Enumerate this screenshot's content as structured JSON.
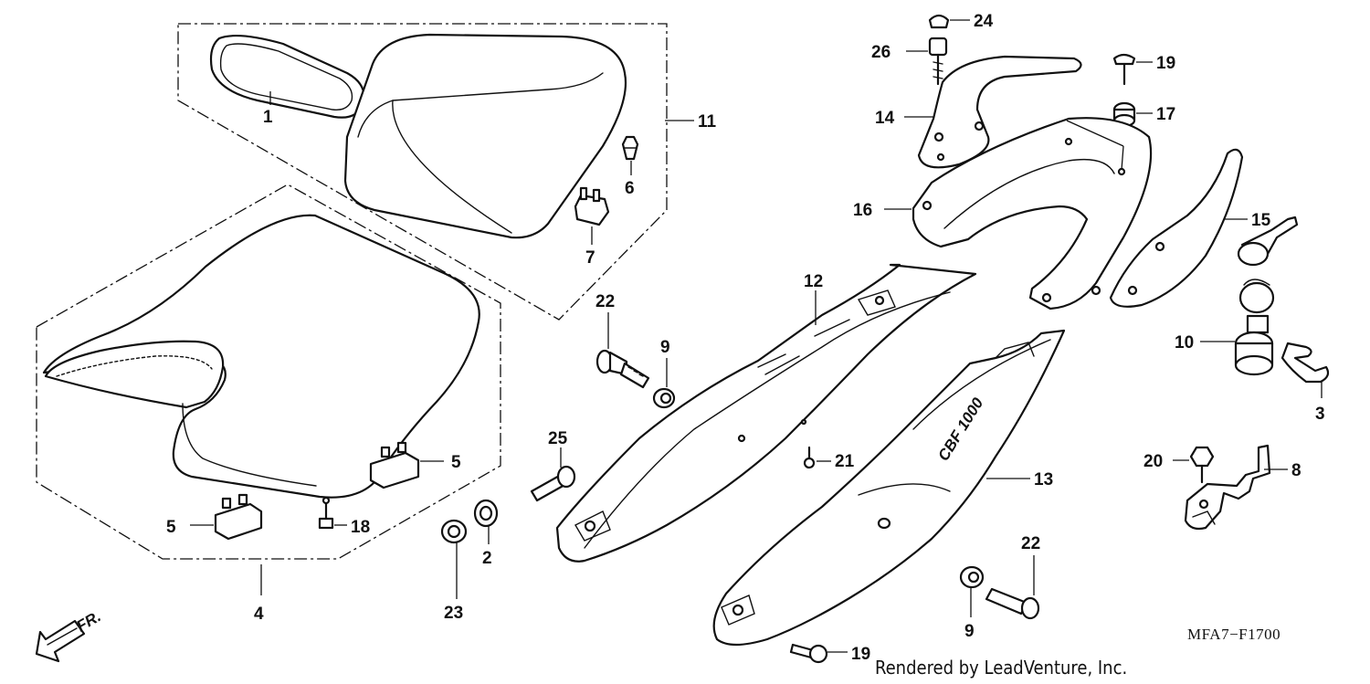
{
  "diagram": {
    "callouts": {
      "c1": "1",
      "c11": "11",
      "c6": "6",
      "c7": "7",
      "c4": "4",
      "c5a": "5",
      "c5b": "5",
      "c18": "18",
      "c22a": "22",
      "c9a": "9",
      "c25": "25",
      "c2": "2",
      "c23": "23",
      "c12": "12",
      "c21": "21",
      "c13": "13",
      "c22b": "22",
      "c9b": "9",
      "c19b": "19",
      "c24": "24",
      "c26": "26",
      "c14": "14",
      "c19a": "19",
      "c17": "17",
      "c16": "16",
      "c15": "15",
      "c10": "10",
      "c3": "3",
      "c20": "20",
      "c8": "8"
    },
    "direction_label": "FR.",
    "emblem_text": "CBF 1000",
    "diagram_code": "MFA7−F1700",
    "credit": "Rendered by LeadVenture, Inc."
  }
}
